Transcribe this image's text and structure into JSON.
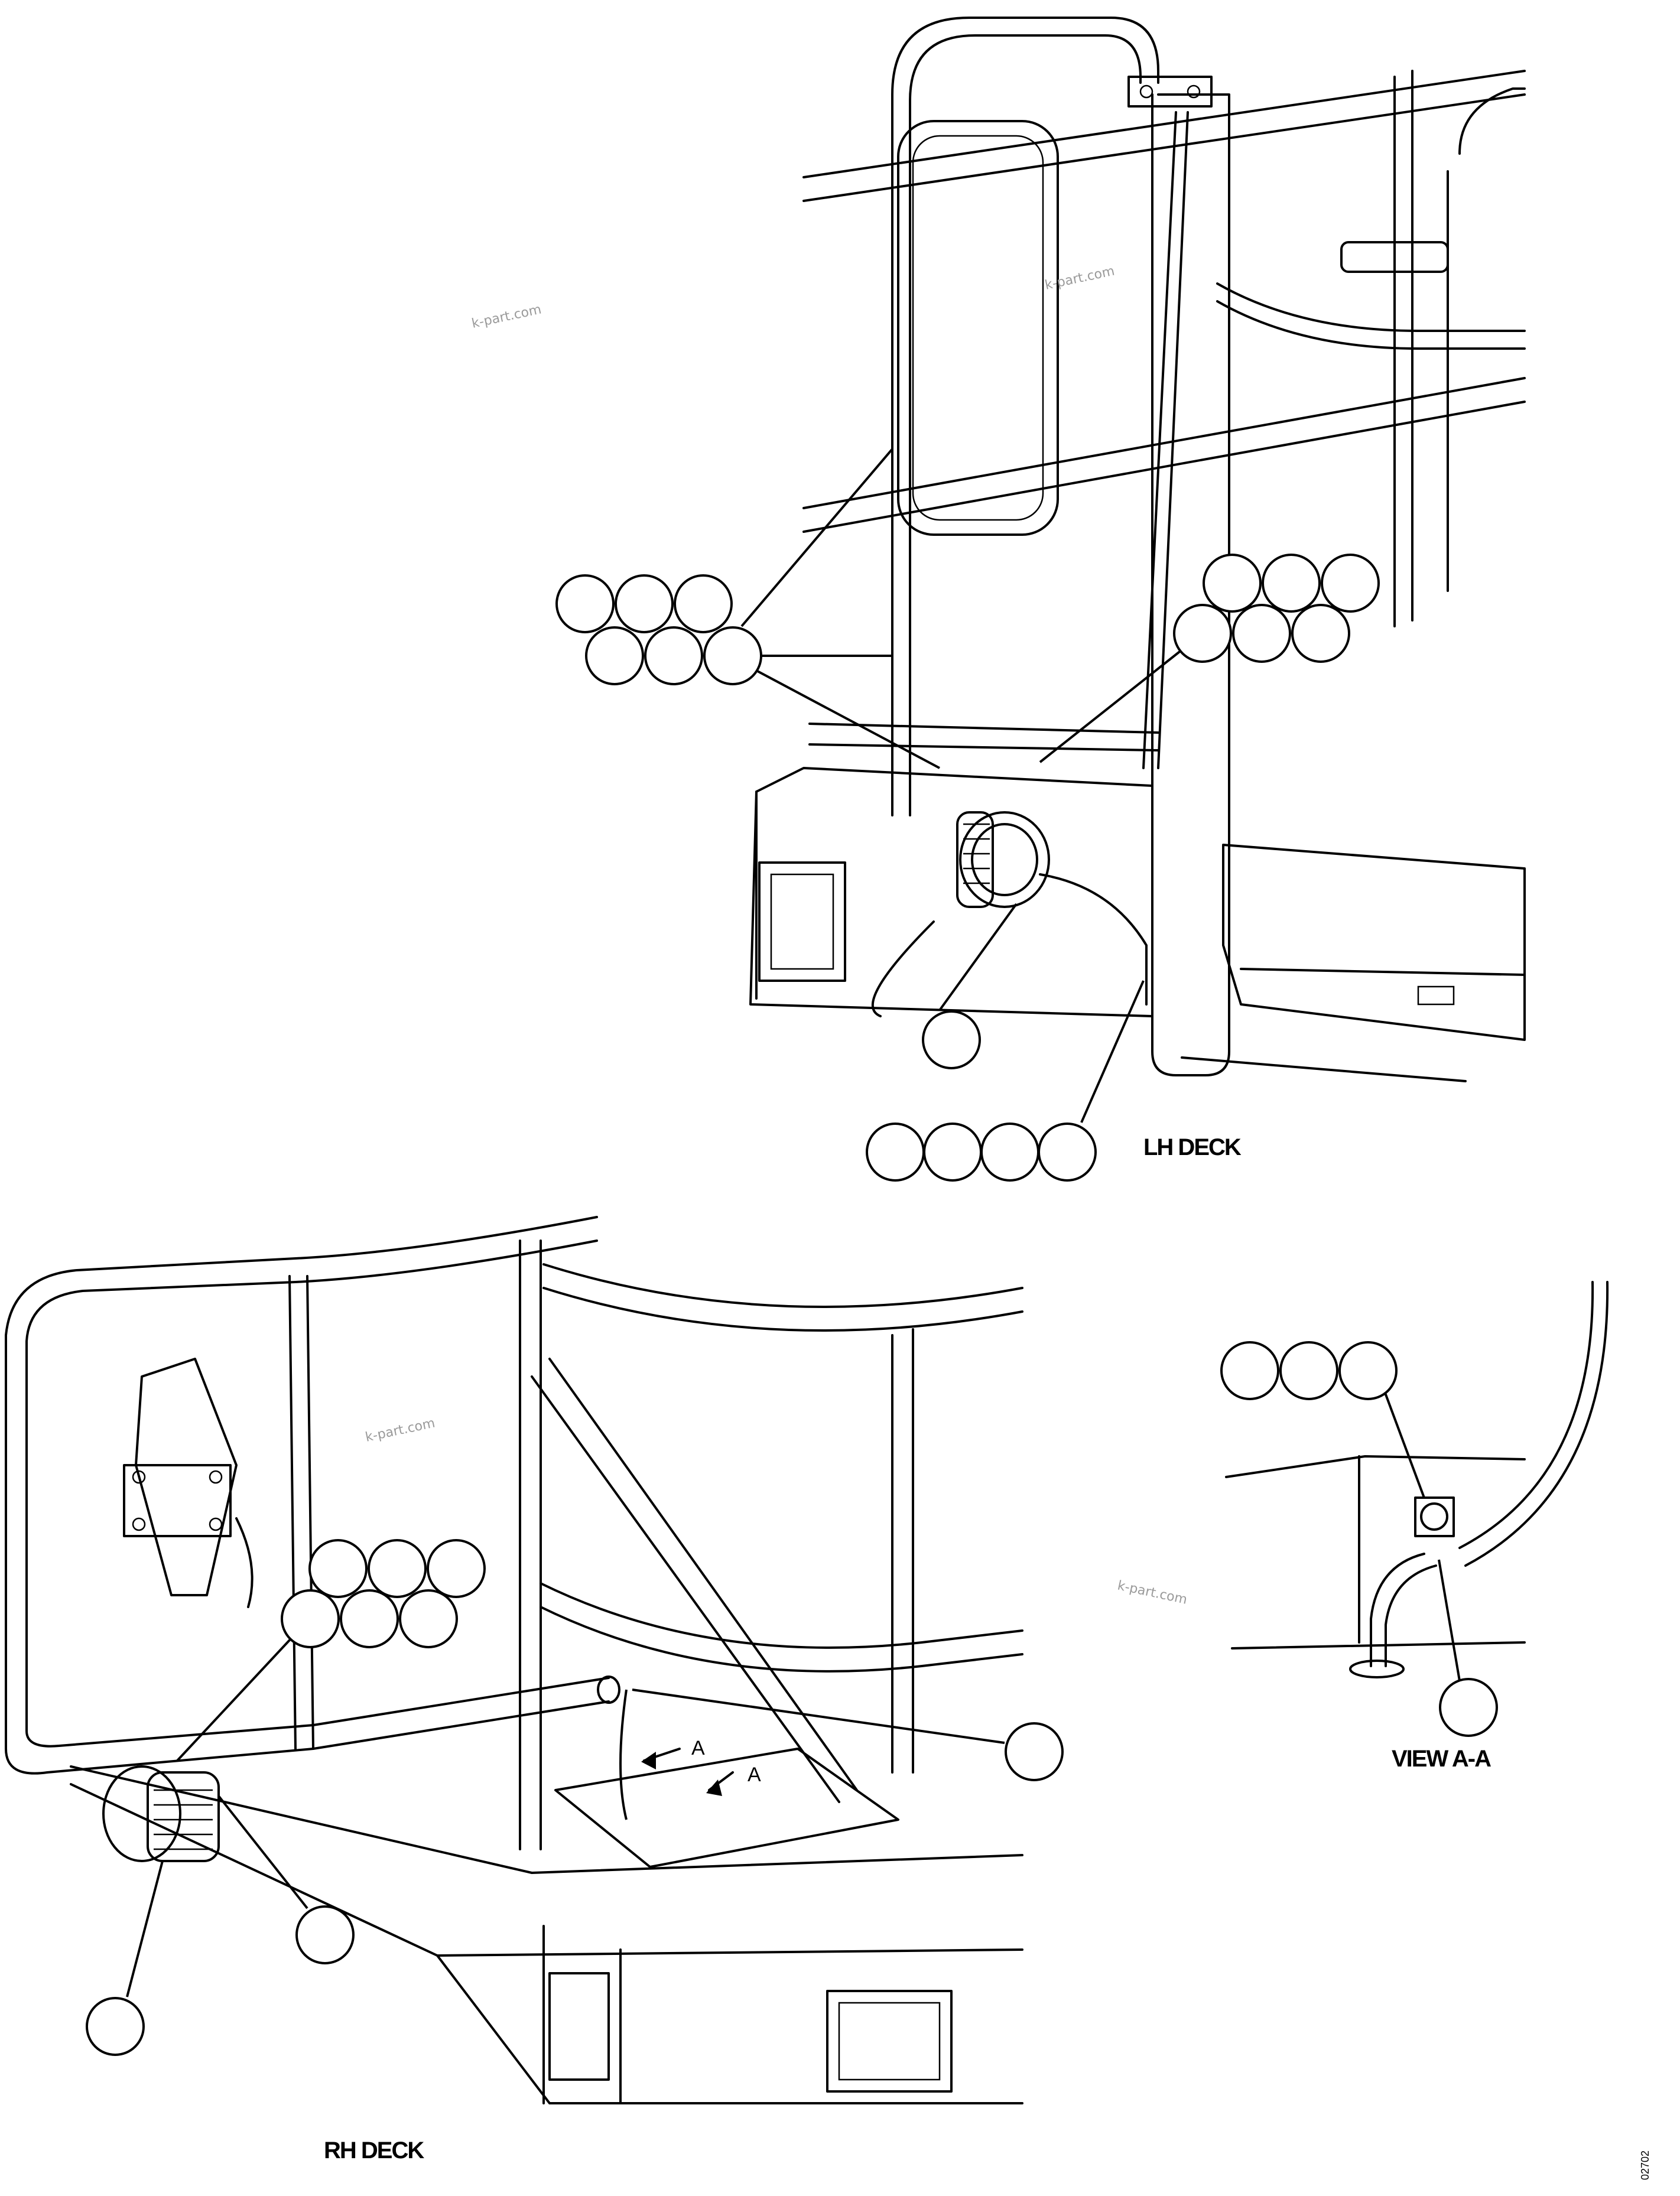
{
  "views": {
    "lh_deck": {
      "label": "LH DECK"
    },
    "rh_deck": {
      "label": "RH DECK"
    },
    "view_aa": {
      "label": "VIEW A-A"
    }
  },
  "section_marker": {
    "letter_1": "A",
    "letter_2": "A"
  },
  "watermarks": [
    "k-part.com",
    "k-part.com",
    "k-part.com",
    "k-part.com"
  ],
  "figure_code": "02702",
  "colors": {
    "line": "#000000",
    "background": "#ffffff",
    "watermark": "#9a9a9a"
  }
}
